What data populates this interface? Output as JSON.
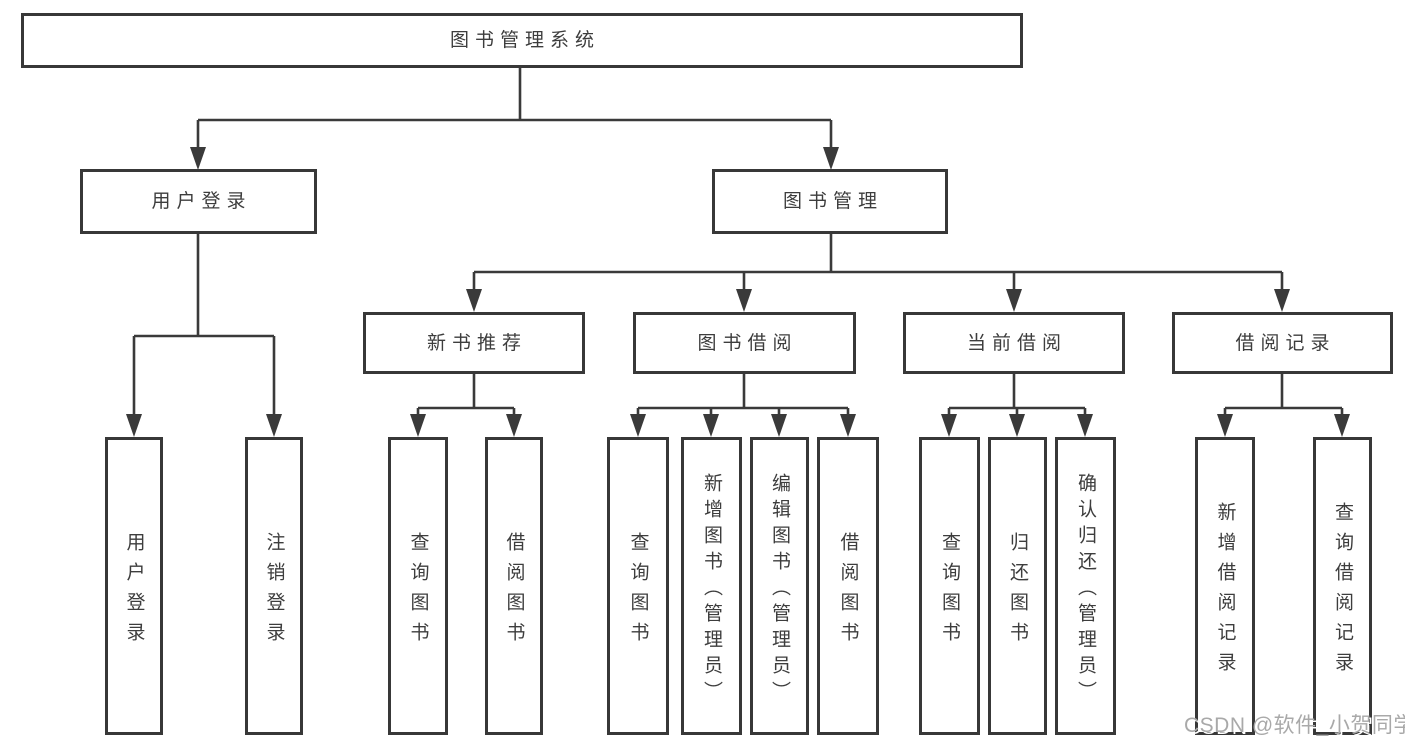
{
  "tree": {
    "root": "图书管理系统",
    "children": [
      {
        "label": "用户登录",
        "children": [
          {
            "label": "用户登录"
          },
          {
            "label": "注销登录"
          }
        ]
      },
      {
        "label": "图书管理",
        "children": [
          {
            "label": "新书推荐",
            "children": [
              {
                "label": "查询图书"
              },
              {
                "label": "借阅图书"
              }
            ]
          },
          {
            "label": "图书借阅",
            "children": [
              {
                "label": "查询图书"
              },
              {
                "label": "新增图书（管理员）"
              },
              {
                "label": "编辑图书（管理员）"
              },
              {
                "label": "借阅图书"
              }
            ]
          },
          {
            "label": "当前借阅",
            "children": [
              {
                "label": "查询图书"
              },
              {
                "label": "归还图书"
              },
              {
                "label": "确认归还（管理员）"
              }
            ]
          },
          {
            "label": "借阅记录",
            "children": [
              {
                "label": "新增借阅记录"
              },
              {
                "label": "查询借阅记录"
              }
            ]
          }
        ]
      }
    ]
  },
  "watermark": "CSDN @软件_小贺同学",
  "colors": {
    "line": "#3a3a3a",
    "border": "#383838",
    "text": "#3d3d3d",
    "background": "#ffffff",
    "watermark_text": "#a9a9a9"
  }
}
